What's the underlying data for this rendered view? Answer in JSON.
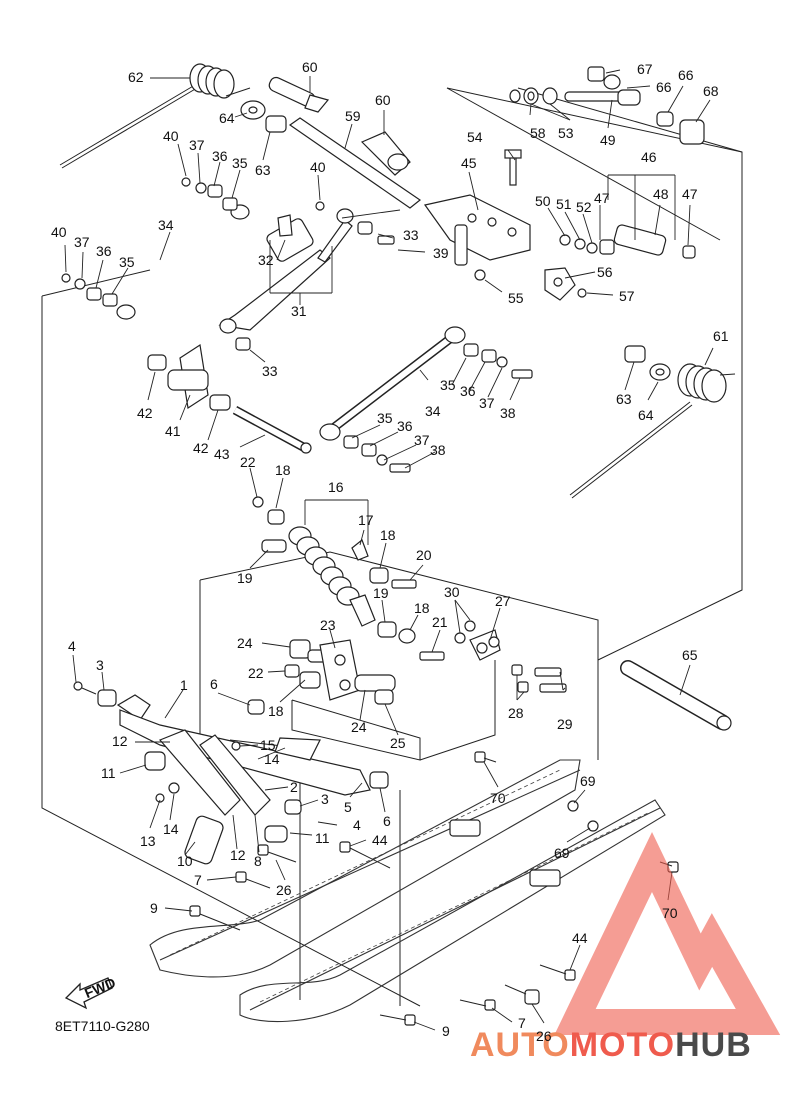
{
  "diagram_code": "8ET7110-G280",
  "fwd_label": "FWD",
  "logo": {
    "text_part1": "AUTO",
    "text_part2": "MOTO",
    "text_part3": "HUB",
    "color_accent": "#f08a5d",
    "color_triangle": "#ef5b4d",
    "color_dark": "#4a4a4a"
  },
  "callouts": {
    "n1": "1",
    "n2": "2",
    "n3": "3",
    "n4": "4",
    "n5": "5",
    "n6": "6",
    "n7": "7",
    "n8": "8",
    "n9": "9",
    "n10": "10",
    "n11": "11",
    "n12": "12",
    "n13": "13",
    "n14": "14",
    "n15": "15",
    "n16": "16",
    "n17": "17",
    "n18": "18",
    "n19": "19",
    "n20": "20",
    "n21": "21",
    "n22": "22",
    "n23": "23",
    "n24": "24",
    "n25": "25",
    "n26": "26",
    "n27": "27",
    "n28": "28",
    "n29": "29",
    "n30": "30",
    "n31": "31",
    "n32": "32",
    "n33": "33",
    "n34": "34",
    "n35": "35",
    "n36": "36",
    "n37": "37",
    "n38": "38",
    "n39": "39",
    "n40": "40",
    "n41": "41",
    "n42": "42",
    "n43": "43",
    "n44": "44",
    "n45": "45",
    "n46": "46",
    "n47": "47",
    "n48": "48",
    "n49": "49",
    "n50": "50",
    "n51": "51",
    "n52": "52",
    "n53": "53",
    "n54": "54",
    "n55": "55",
    "n56": "56",
    "n57": "57",
    "n58": "58",
    "n59": "59",
    "n60": "60",
    "n61": "61",
    "n62": "62",
    "n63": "63",
    "n64": "64",
    "n65": "65",
    "n66": "66",
    "n67": "67",
    "n68": "68",
    "n69": "69",
    "n70": "70"
  }
}
